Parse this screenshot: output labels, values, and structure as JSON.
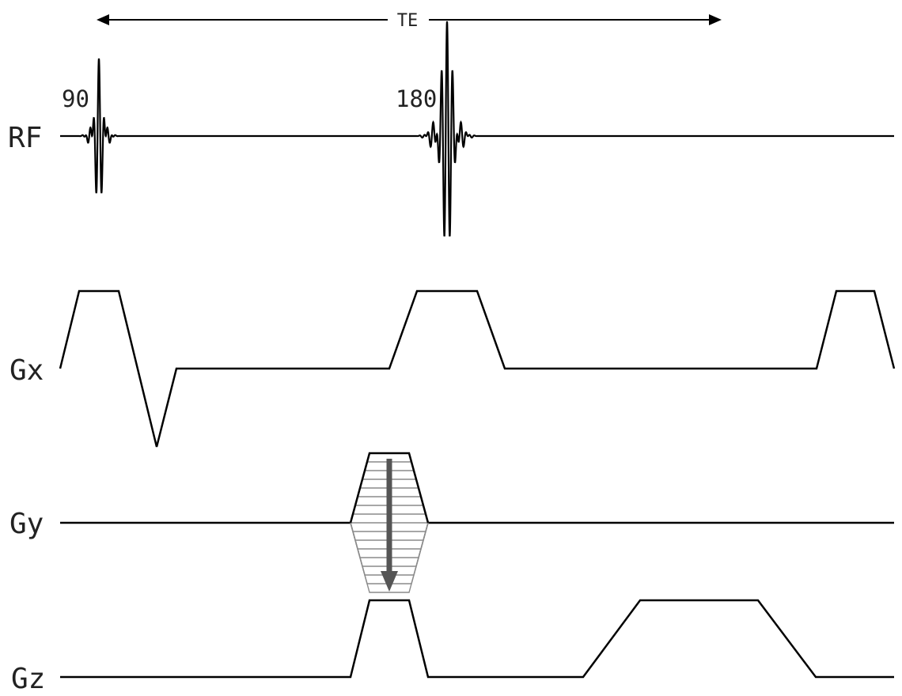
{
  "diagram": {
    "te_label": "TE",
    "rows": {
      "rf": "RF",
      "gx": "Gx",
      "gy": "Gy",
      "gz": "Gz"
    },
    "rf_pulses": {
      "excitation": "90",
      "refocusing": "180"
    },
    "phase_encoding_steps": 16
  },
  "colors": {
    "line": "#000000",
    "phase_steps": "#8a8a8a",
    "phase_arrow": "#555555",
    "text": "#222222"
  }
}
